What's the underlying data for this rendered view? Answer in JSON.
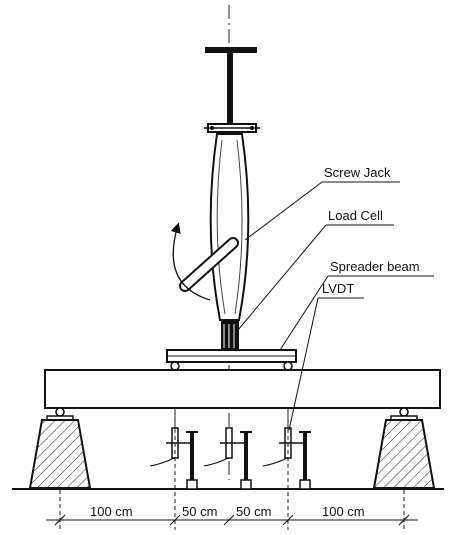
{
  "labels": {
    "screw_jack": "Screw Jack",
    "load_cell": "Load Cell",
    "spreader_beam": "Spreader beam",
    "lvdt": "LVDT"
  },
  "dimensions": {
    "left_outer": "100 cm",
    "left_inner": "50 cm",
    "right_inner": "50 cm",
    "right_outer": "100 cm"
  }
}
